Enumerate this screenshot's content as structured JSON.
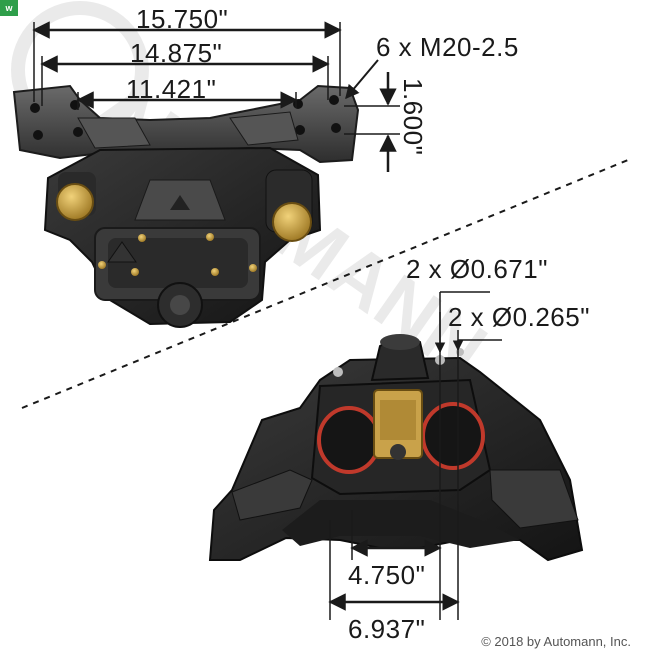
{
  "badge": "w",
  "dimensions": {
    "d_15750": "15.750\"",
    "d_14875": "14.875\"",
    "d_11421": "11.421\"",
    "thread": "6 x M20-2.5",
    "d_1600": "1.600\"",
    "hole_671": "2 x Ø0.671\"",
    "hole_265": "2 x Ø0.265\"",
    "d_4750": "4.750\"",
    "d_6937": "6.937\""
  },
  "copyright": "© 2018 by Automann, Inc.",
  "colors": {
    "ink": "#1a1a1a",
    "caliper_dark": "#2b2b2b",
    "caliper_mid": "#454545",
    "seal_red": "#c0392b",
    "brass": "#c9a24a"
  }
}
